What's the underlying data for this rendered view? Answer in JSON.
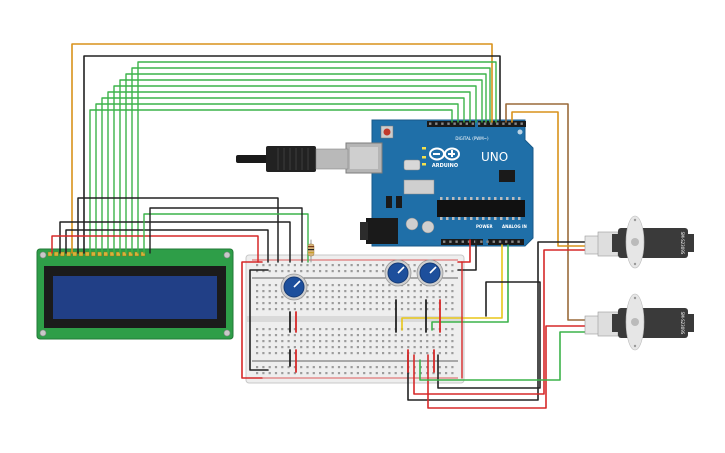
{
  "circuit": {
    "arduino": {
      "brand": "ARDUINO",
      "model": "UNO",
      "header_digital": "DIGITAL (PWM~)",
      "header_power": "POWER",
      "header_analog": "ANALOG IN",
      "body_color": "#1f6fa8"
    },
    "servos": [
      {
        "part_label": "SM-S2309S"
      },
      {
        "part_label": "SM-S2309S"
      }
    ],
    "colors": {
      "wire_green": "#3cb34a",
      "wire_black": "#222222",
      "wire_red": "#d62828",
      "wire_orange": "#d9921c",
      "wire_brown": "#9a6a3a",
      "wire_yellow": "#e8c618",
      "lcd_board": "#2e9e48",
      "lcd_screen": "#213f86",
      "breadboard": "#eeeeee",
      "pot_knob": "#1d4f9c",
      "servo_body": "#3a3a3a"
    }
  }
}
